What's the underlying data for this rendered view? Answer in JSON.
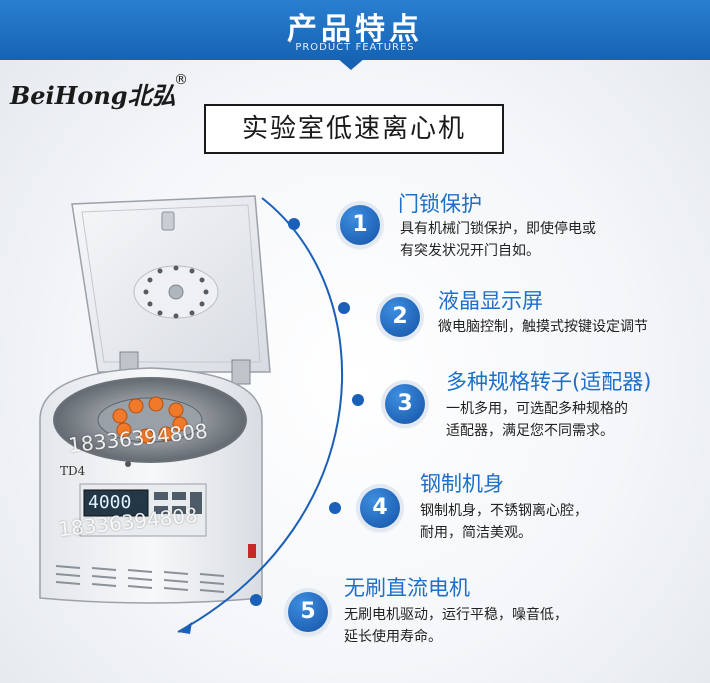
{
  "banner": {
    "title": "产品特点",
    "subtitle": "PRODUCT FEATURES"
  },
  "brand": {
    "logo_text": "BeiHong北弘",
    "registered_mark": "®"
  },
  "product": {
    "name": "实验室低速离心机"
  },
  "device": {
    "model_label": "TD4",
    "display_value": "4000"
  },
  "features": [
    {
      "number": "1",
      "title": "门锁保护",
      "desc_line1": "具有机械门锁保护，即使停电或",
      "desc_line2": "有突发状况开门自如。"
    },
    {
      "number": "2",
      "title": "液晶显示屏",
      "desc_line1": "微电脑控制，触摸式按键设定调节",
      "desc_line2": ""
    },
    {
      "number": "3",
      "title": "多种规格转子(适配器)",
      "desc_line1": "一机多用，可选配多种规格的",
      "desc_line2": "适配器，满足您不同需求。"
    },
    {
      "number": "4",
      "title": "钢制机身",
      "desc_line1": "钢制机身，不锈钢离心腔，",
      "desc_line2": "耐用，简洁美观。"
    },
    {
      "number": "5",
      "title": "无刷直流电机",
      "desc_line1": "无刷电机驱动，运行平稳，噪音低，",
      "desc_line2": "延长使用寿命。"
    }
  ],
  "watermarks": {
    "phone_1": "18336394808",
    "phone_2": "18336394808"
  },
  "colors": {
    "banner_blue": "#1b6cc4",
    "badge_blue": "#1452a6",
    "title_blue": "#1d6fc9",
    "arc_blue": "#1a5fb8"
  }
}
